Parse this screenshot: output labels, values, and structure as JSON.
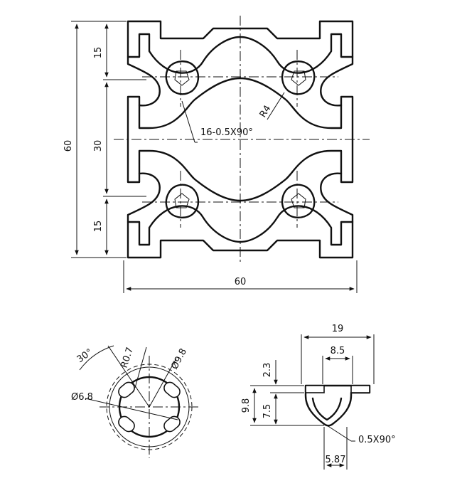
{
  "profile": {
    "dims": {
      "height_total": "60",
      "width_total": "60",
      "upper_slot": "15",
      "middle": "30",
      "lower_slot": "15",
      "radius": "R4",
      "chamfer": "16-0.5X90°"
    }
  },
  "core_detail": {
    "angle": "30°",
    "radius": "R0.7",
    "outer_diameter": "Ø9.8",
    "inner_diameter": "Ø6.8"
  },
  "slot_detail": {
    "width": "19",
    "opening": "8.5",
    "lip_thickness": "2.3",
    "total_height": "9.8",
    "body_height": "7.5",
    "chamfer": "0.5X90°",
    "offset": "5.87"
  }
}
